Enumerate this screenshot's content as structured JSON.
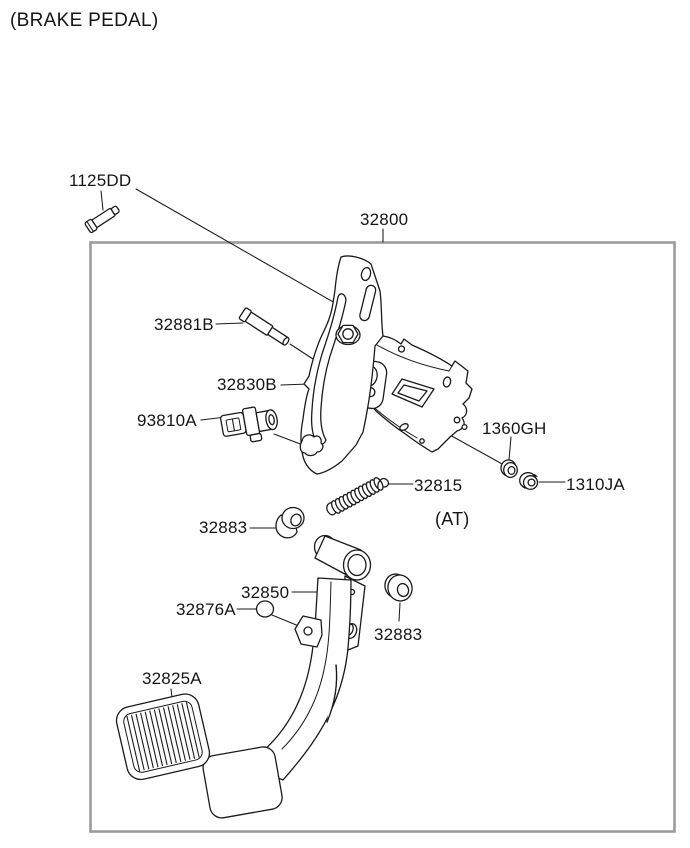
{
  "title": "(BRAKE PEDAL)",
  "labels": {
    "bolt": "1125DD",
    "assembly": "32800",
    "pin": "32881B",
    "member": "32830B",
    "switch": "93810A",
    "washer": "1360GH",
    "spring": "32815",
    "nut": "1310JA",
    "transmission_note": "(AT)",
    "bushing_a": "32883",
    "arm": "32850",
    "stopper": "32876A",
    "bushing_b": "32883",
    "pad": "32825A"
  },
  "colors": {
    "line": "#1a1a1a",
    "frame_border": "#9b9b9b",
    "background": "#ffffff"
  }
}
